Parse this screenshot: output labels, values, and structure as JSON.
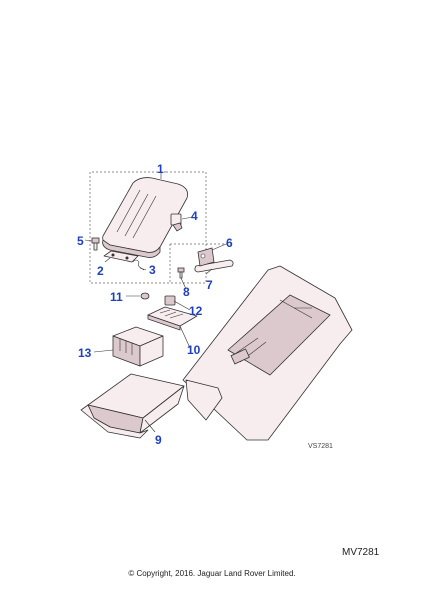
{
  "diagram": {
    "reference_code": "VS7281",
    "figure_code": "MV7281",
    "copyright": "© Copyright, 2016. Jaguar Land Rover Limited.",
    "callouts": [
      "1",
      "2",
      "3",
      "4",
      "5",
      "6",
      "7",
      "8",
      "9",
      "10",
      "11",
      "12",
      "13"
    ],
    "callout_color": "#1e3fbf"
  }
}
